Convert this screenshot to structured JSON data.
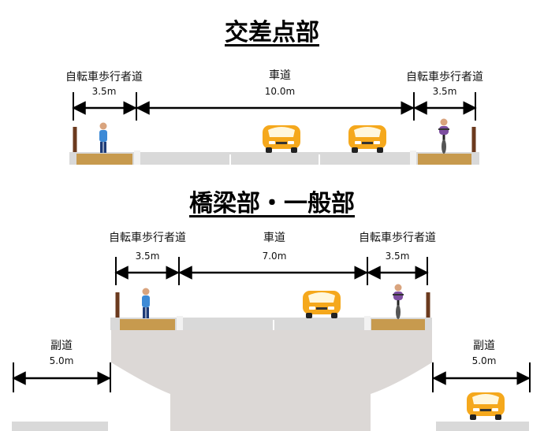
{
  "intersection": {
    "title": "交差点部",
    "left_walk": {
      "name": "自転車歩行者道",
      "width": "3.5m"
    },
    "road": {
      "name": "車道",
      "width": "10.0m"
    },
    "right_walk": {
      "name": "自転車歩行者道",
      "width": "3.5m"
    }
  },
  "bridge": {
    "title": "橋梁部・一般部",
    "left_walk": {
      "name": "自転車歩行者道",
      "width": "3.5m"
    },
    "road": {
      "name": "車道",
      "width": "7.0m"
    },
    "right_walk": {
      "name": "自転車歩行者道",
      "width": "3.5m"
    },
    "left_side_road": {
      "name": "副道",
      "width": "5.0m"
    },
    "right_side_road": {
      "name": "副道",
      "width": "5.0m"
    }
  },
  "colors": {
    "car": "#f5a81c",
    "walkway": "#c79a4e",
    "pavement": "#d9d9d9",
    "structure": "#dcd8d6",
    "arrow": "#000000"
  },
  "icons": [
    "pedestrian-icon",
    "cyclist-icon",
    "car-icon",
    "bollard-icon"
  ]
}
